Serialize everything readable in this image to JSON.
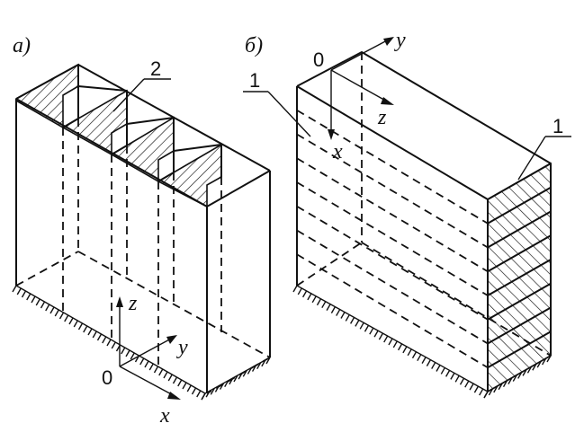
{
  "panel_a": {
    "label": "а)",
    "callout": "2",
    "axes": {
      "z": "z",
      "y": "y",
      "x": "x",
      "origin": "0"
    }
  },
  "panel_b": {
    "label": "б)",
    "callout_left": "1",
    "callout_right": "1",
    "axes": {
      "y": "y",
      "z": "z",
      "x": "x",
      "origin": "0"
    }
  }
}
